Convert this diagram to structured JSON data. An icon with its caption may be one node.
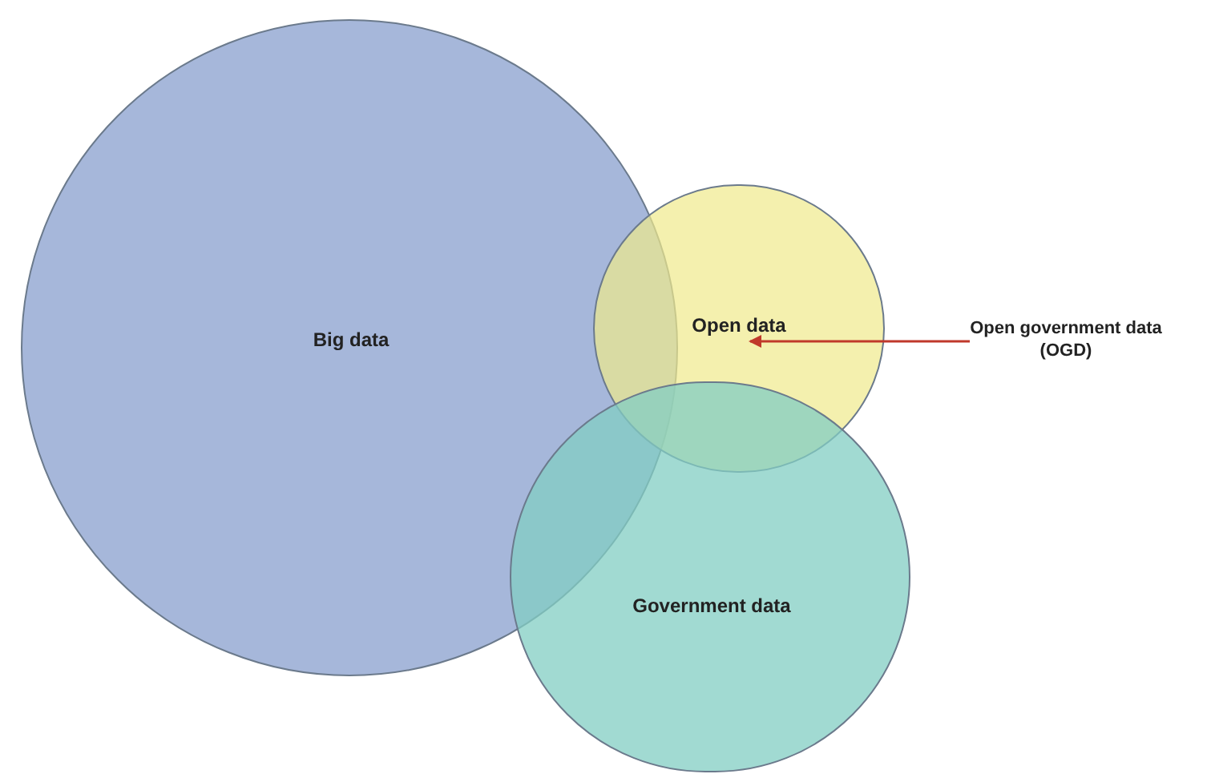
{
  "diagram": {
    "nodes": [
      {
        "text": [
          "Big data"
        ]
      },
      {
        "text": [
          "Open data"
        ]
      },
      {
        "text": [
          "Government data"
        ]
      },
      {
        "text": [
          "Open government data (OGD)"
        ]
      }
    ],
    "edges": [
      {
        "from": 3,
        "to": 1,
        "arrow": "to",
        "color": "#c0392b"
      }
    ]
  }
}
